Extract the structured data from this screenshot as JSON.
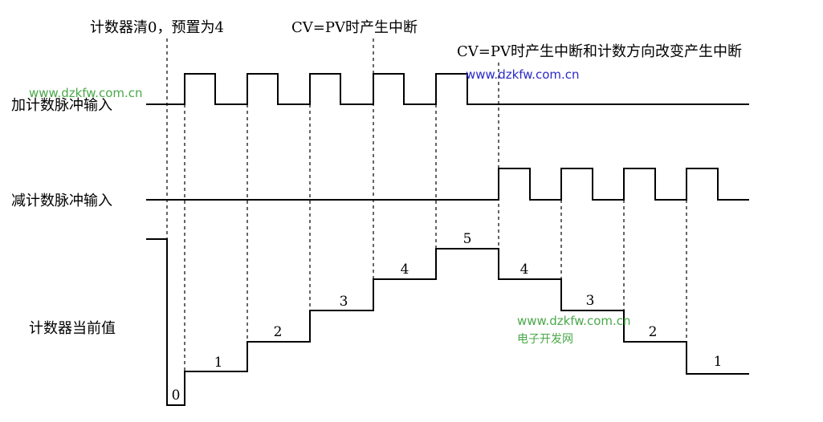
{
  "annotations": {
    "clear_preset": "计数器清0，预置为4",
    "cv_pv_interrupt": "CV=PV时产生中断",
    "cv_pv_dir_interrupt": "CV=PV时产生中断和计数方向改变产生中断"
  },
  "labels": {
    "up_input": "加计数脉冲输入",
    "down_input": "减计数脉冲输入",
    "current_value": "计数器当前值"
  },
  "watermarks": {
    "wm1": "www.dzkfw.com.cn",
    "wm2": "www.dzkfw.com.cn",
    "wm3": "www.dzkfw.com.cn",
    "wm3_sub": "电子开发网"
  },
  "counter_values": [
    "0",
    "1",
    "2",
    "3",
    "4",
    "5",
    "4",
    "3",
    "2",
    "1"
  ],
  "colors": {
    "line": "#000000",
    "watermark_green": "#4aa84a",
    "watermark_blue": "#2a2ac8"
  }
}
